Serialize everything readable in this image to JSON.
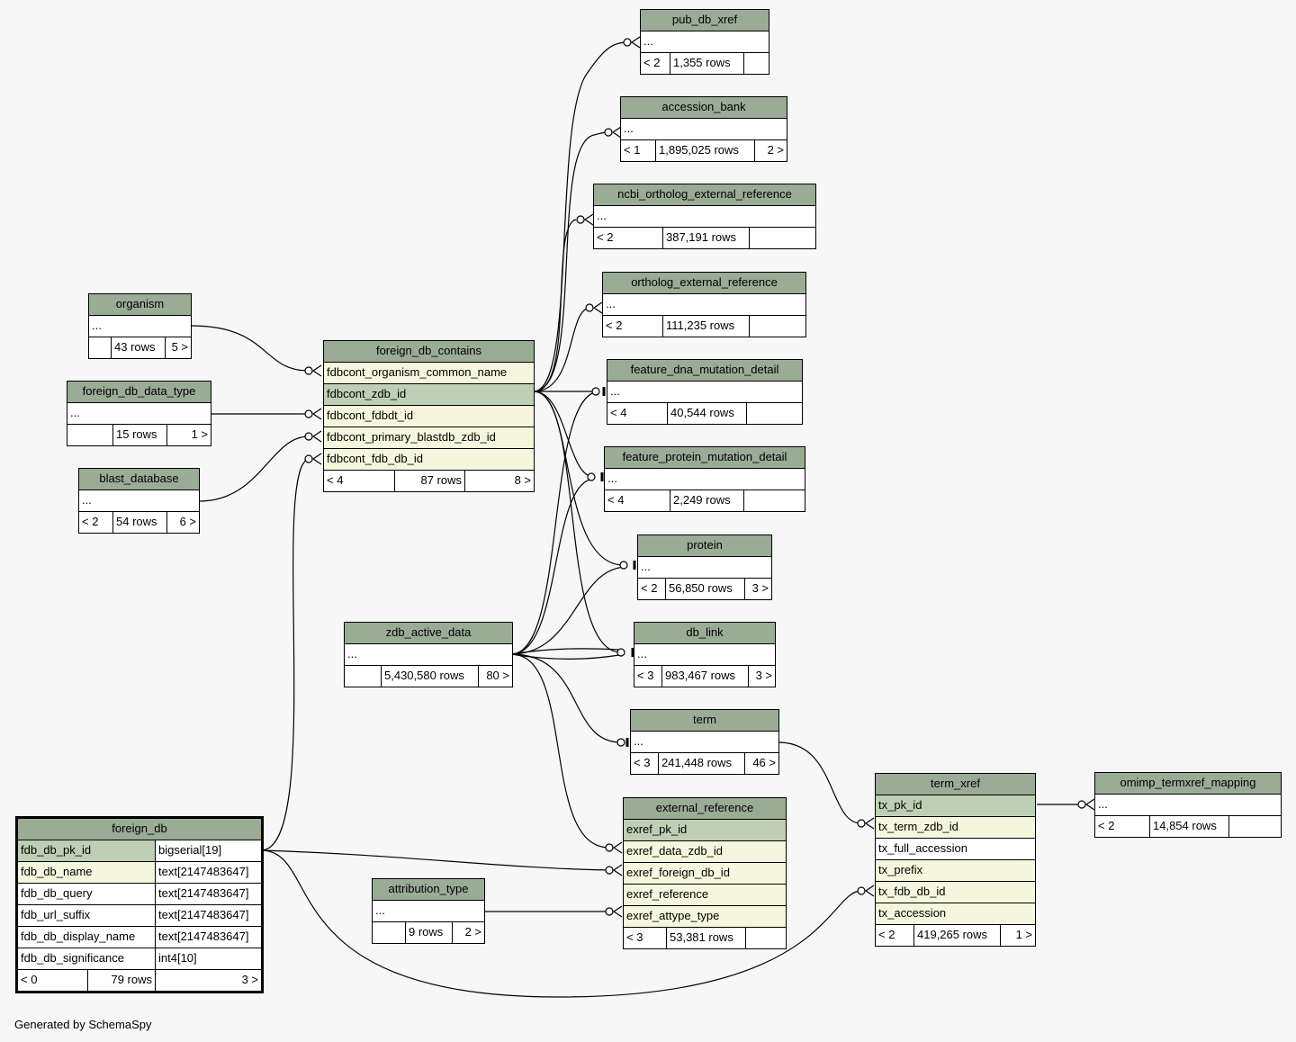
{
  "footer": "Generated by SchemaSpy",
  "tables": {
    "pub_db_xref": {
      "name": "pub_db_xref",
      "ellipsis": "...",
      "parents": "< 2",
      "rows": "1,355 rows",
      "children": ""
    },
    "accession_bank": {
      "name": "accession_bank",
      "ellipsis": "...",
      "parents": "< 1",
      "rows": "1,895,025 rows",
      "children": "2 >"
    },
    "ncbi": {
      "name": "ncbi_ortholog_external_reference",
      "ellipsis": "...",
      "parents": "< 2",
      "rows": "387,191 rows",
      "children": ""
    },
    "ortholog": {
      "name": "ortholog_external_reference",
      "ellipsis": "...",
      "parents": "< 2",
      "rows": "111,235 rows",
      "children": ""
    },
    "fdmd": {
      "name": "feature_dna_mutation_detail",
      "ellipsis": "...",
      "parents": "< 4",
      "rows": "40,544 rows",
      "children": ""
    },
    "fpmd": {
      "name": "feature_protein_mutation_detail",
      "ellipsis": "...",
      "parents": "< 4",
      "rows": "2,249 rows",
      "children": ""
    },
    "protein": {
      "name": "protein",
      "ellipsis": "...",
      "parents": "< 2",
      "rows": "56,850 rows",
      "children": "3 >"
    },
    "db_link": {
      "name": "db_link",
      "ellipsis": "...",
      "parents": "< 3",
      "rows": "983,467 rows",
      "children": "3 >"
    },
    "term": {
      "name": "term",
      "ellipsis": "...",
      "parents": "< 3",
      "rows": "241,448 rows",
      "children": "46 >"
    },
    "organism": {
      "name": "organism",
      "ellipsis": "...",
      "parents": "",
      "rows": "43 rows",
      "children": "5 >"
    },
    "fddt": {
      "name": "foreign_db_data_type",
      "ellipsis": "...",
      "parents": "",
      "rows": "15 rows",
      "children": "1 >"
    },
    "blast": {
      "name": "blast_database",
      "ellipsis": "...",
      "parents": "< 2",
      "rows": "54 rows",
      "children": "6 >"
    },
    "zdb": {
      "name": "zdb_active_data",
      "ellipsis": "...",
      "parents": "",
      "rows": "5,430,580 rows",
      "children": "80 >"
    },
    "attribution": {
      "name": "attribution_type",
      "ellipsis": "...",
      "parents": "",
      "rows": "9 rows",
      "children": "2 >"
    },
    "omimp": {
      "name": "omimp_termxref_mapping",
      "ellipsis": "...",
      "parents": "< 2",
      "rows": "14,854 rows",
      "children": ""
    },
    "fdc": {
      "name": "foreign_db_contains",
      "cols": [
        "fdbcont_organism_common_name",
        "fdbcont_zdb_id",
        "fdbcont_fdbdt_id",
        "fdbcont_primary_blastdb_zdb_id",
        "fdbcont_fdb_db_id"
      ],
      "parents": "< 4",
      "rows": "87 rows",
      "children": "8 >"
    },
    "exref": {
      "name": "external_reference",
      "cols": [
        "exref_pk_id",
        "exref_data_zdb_id",
        "exref_foreign_db_id",
        "exref_reference",
        "exref_attype_type"
      ],
      "parents": "< 3",
      "rows": "53,381 rows",
      "children": ""
    },
    "txref": {
      "name": "term_xref",
      "cols": [
        "tx_pk_id",
        "tx_term_zdb_id",
        "tx_full_accession",
        "tx_prefix",
        "tx_fdb_db_id",
        "tx_accession"
      ],
      "parents": "< 2",
      "rows": "419,265 rows",
      "children": "1 >"
    },
    "fdb": {
      "name": "foreign_db",
      "cols": [
        {
          "n": "fdb_db_pk_id",
          "t": "bigserial[19]"
        },
        {
          "n": "fdb_db_name",
          "t": "text[2147483647]"
        },
        {
          "n": "fdb_db_query",
          "t": "text[2147483647]"
        },
        {
          "n": "fdb_url_suffix",
          "t": "text[2147483647]"
        },
        {
          "n": "fdb_db_display_name",
          "t": "text[2147483647]"
        },
        {
          "n": "fdb_db_significance",
          "t": "int4[10]"
        }
      ],
      "parents": "< 0",
      "rows": "79 rows",
      "children": "3 >"
    }
  }
}
